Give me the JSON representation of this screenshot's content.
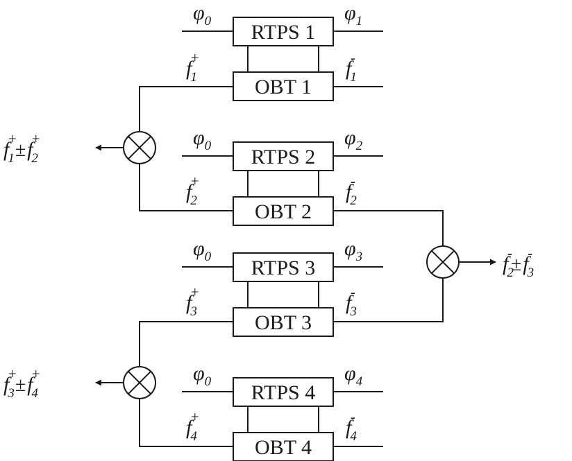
{
  "units": [
    {
      "rtps": "RTPS 1",
      "obt": "OBT 1",
      "phi_in": {
        "sym": "φ",
        "sub": "0"
      },
      "phi_out": {
        "sym": "φ",
        "sub": "1"
      },
      "f_in": {
        "sym": "f",
        "sub": "1",
        "sup": "+"
      },
      "f_out": {
        "sym": "f",
        "sub": "1",
        "sup": "-"
      }
    },
    {
      "rtps": "RTPS 2",
      "obt": "OBT 2",
      "phi_in": {
        "sym": "φ",
        "sub": "0"
      },
      "phi_out": {
        "sym": "φ",
        "sub": "2"
      },
      "f_in": {
        "sym": "f",
        "sub": "2",
        "sup": "+"
      },
      "f_out": {
        "sym": "f",
        "sub": "2",
        "sup": "-"
      }
    },
    {
      "rtps": "RTPS 3",
      "obt": "OBT 3",
      "phi_in": {
        "sym": "φ",
        "sub": "0"
      },
      "phi_out": {
        "sym": "φ",
        "sub": "3"
      },
      "f_in": {
        "sym": "f",
        "sub": "3",
        "sup": "+"
      },
      "f_out": {
        "sym": "f",
        "sub": "3",
        "sup": "-"
      }
    },
    {
      "rtps": "RTPS 4",
      "obt": "OBT 4",
      "phi_in": {
        "sym": "φ",
        "sub": "0"
      },
      "phi_out": {
        "sym": "φ",
        "sub": "4"
      },
      "f_in": {
        "sym": "f",
        "sub": "4",
        "sup": "+"
      },
      "f_out": {
        "sym": "f",
        "sub": "4",
        "sup": "-"
      }
    }
  ],
  "mixers": [
    {
      "symbol": "⊗",
      "out_a": {
        "sym": "f",
        "sub": "1",
        "sup": "+"
      },
      "op": "±",
      "out_b": {
        "sym": "f",
        "sub": "2",
        "sup": "+"
      }
    },
    {
      "symbol": "⊗",
      "out_a": {
        "sym": "f",
        "sub": "2",
        "sup": "-"
      },
      "op": "±",
      "out_b": {
        "sym": "f",
        "sub": "3",
        "sup": "-"
      }
    },
    {
      "symbol": "⊗",
      "out_a": {
        "sym": "f",
        "sub": "3",
        "sup": "+"
      },
      "op": "±",
      "out_b": {
        "sym": "f",
        "sub": "4",
        "sup": "+"
      }
    }
  ]
}
